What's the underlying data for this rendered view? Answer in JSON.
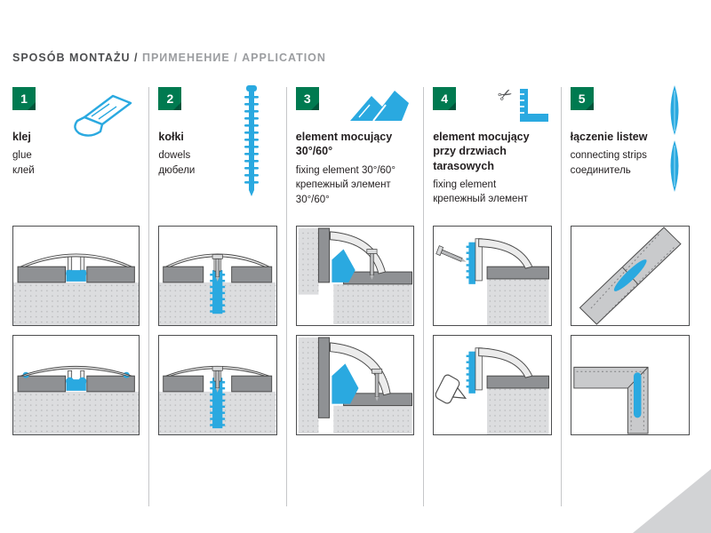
{
  "header": {
    "title_primary": "SPOSÓB MONTAŻU /",
    "title_secondary": "ПРИМЕНЕНИЕ / APPLICATION"
  },
  "columns": [
    {
      "number": "1",
      "title": "klej",
      "line1": "glue",
      "line2": "клей",
      "icon": "glue-profile-icon"
    },
    {
      "number": "2",
      "title": "kołki",
      "line1": "dowels",
      "line2": "дюбели",
      "icon": "dowel-icon"
    },
    {
      "number": "3",
      "title": "element mocujący 30°/60°",
      "line1": "fixing element 30°/60°",
      "line2": "крепежный элемент 30°/60°",
      "icon": "fixing-element-30-60-icon"
    },
    {
      "number": "4",
      "title": "element mocujący przy drzwiach tarasowych",
      "line1": "fixing element",
      "line2": "крепежный элемент",
      "icon": "scissors-and-fixing-element-icon"
    },
    {
      "number": "5",
      "title": "łączenie listew",
      "line1": "connecting strips",
      "line2": "соединитель",
      "icon": "connecting-strip-icon"
    }
  ],
  "colors": {
    "accent_green": "#007a50",
    "accent_blue": "#2aa9e0",
    "title_dark_gray": "#4d4e50",
    "title_light_gray": "#9b9da0"
  }
}
